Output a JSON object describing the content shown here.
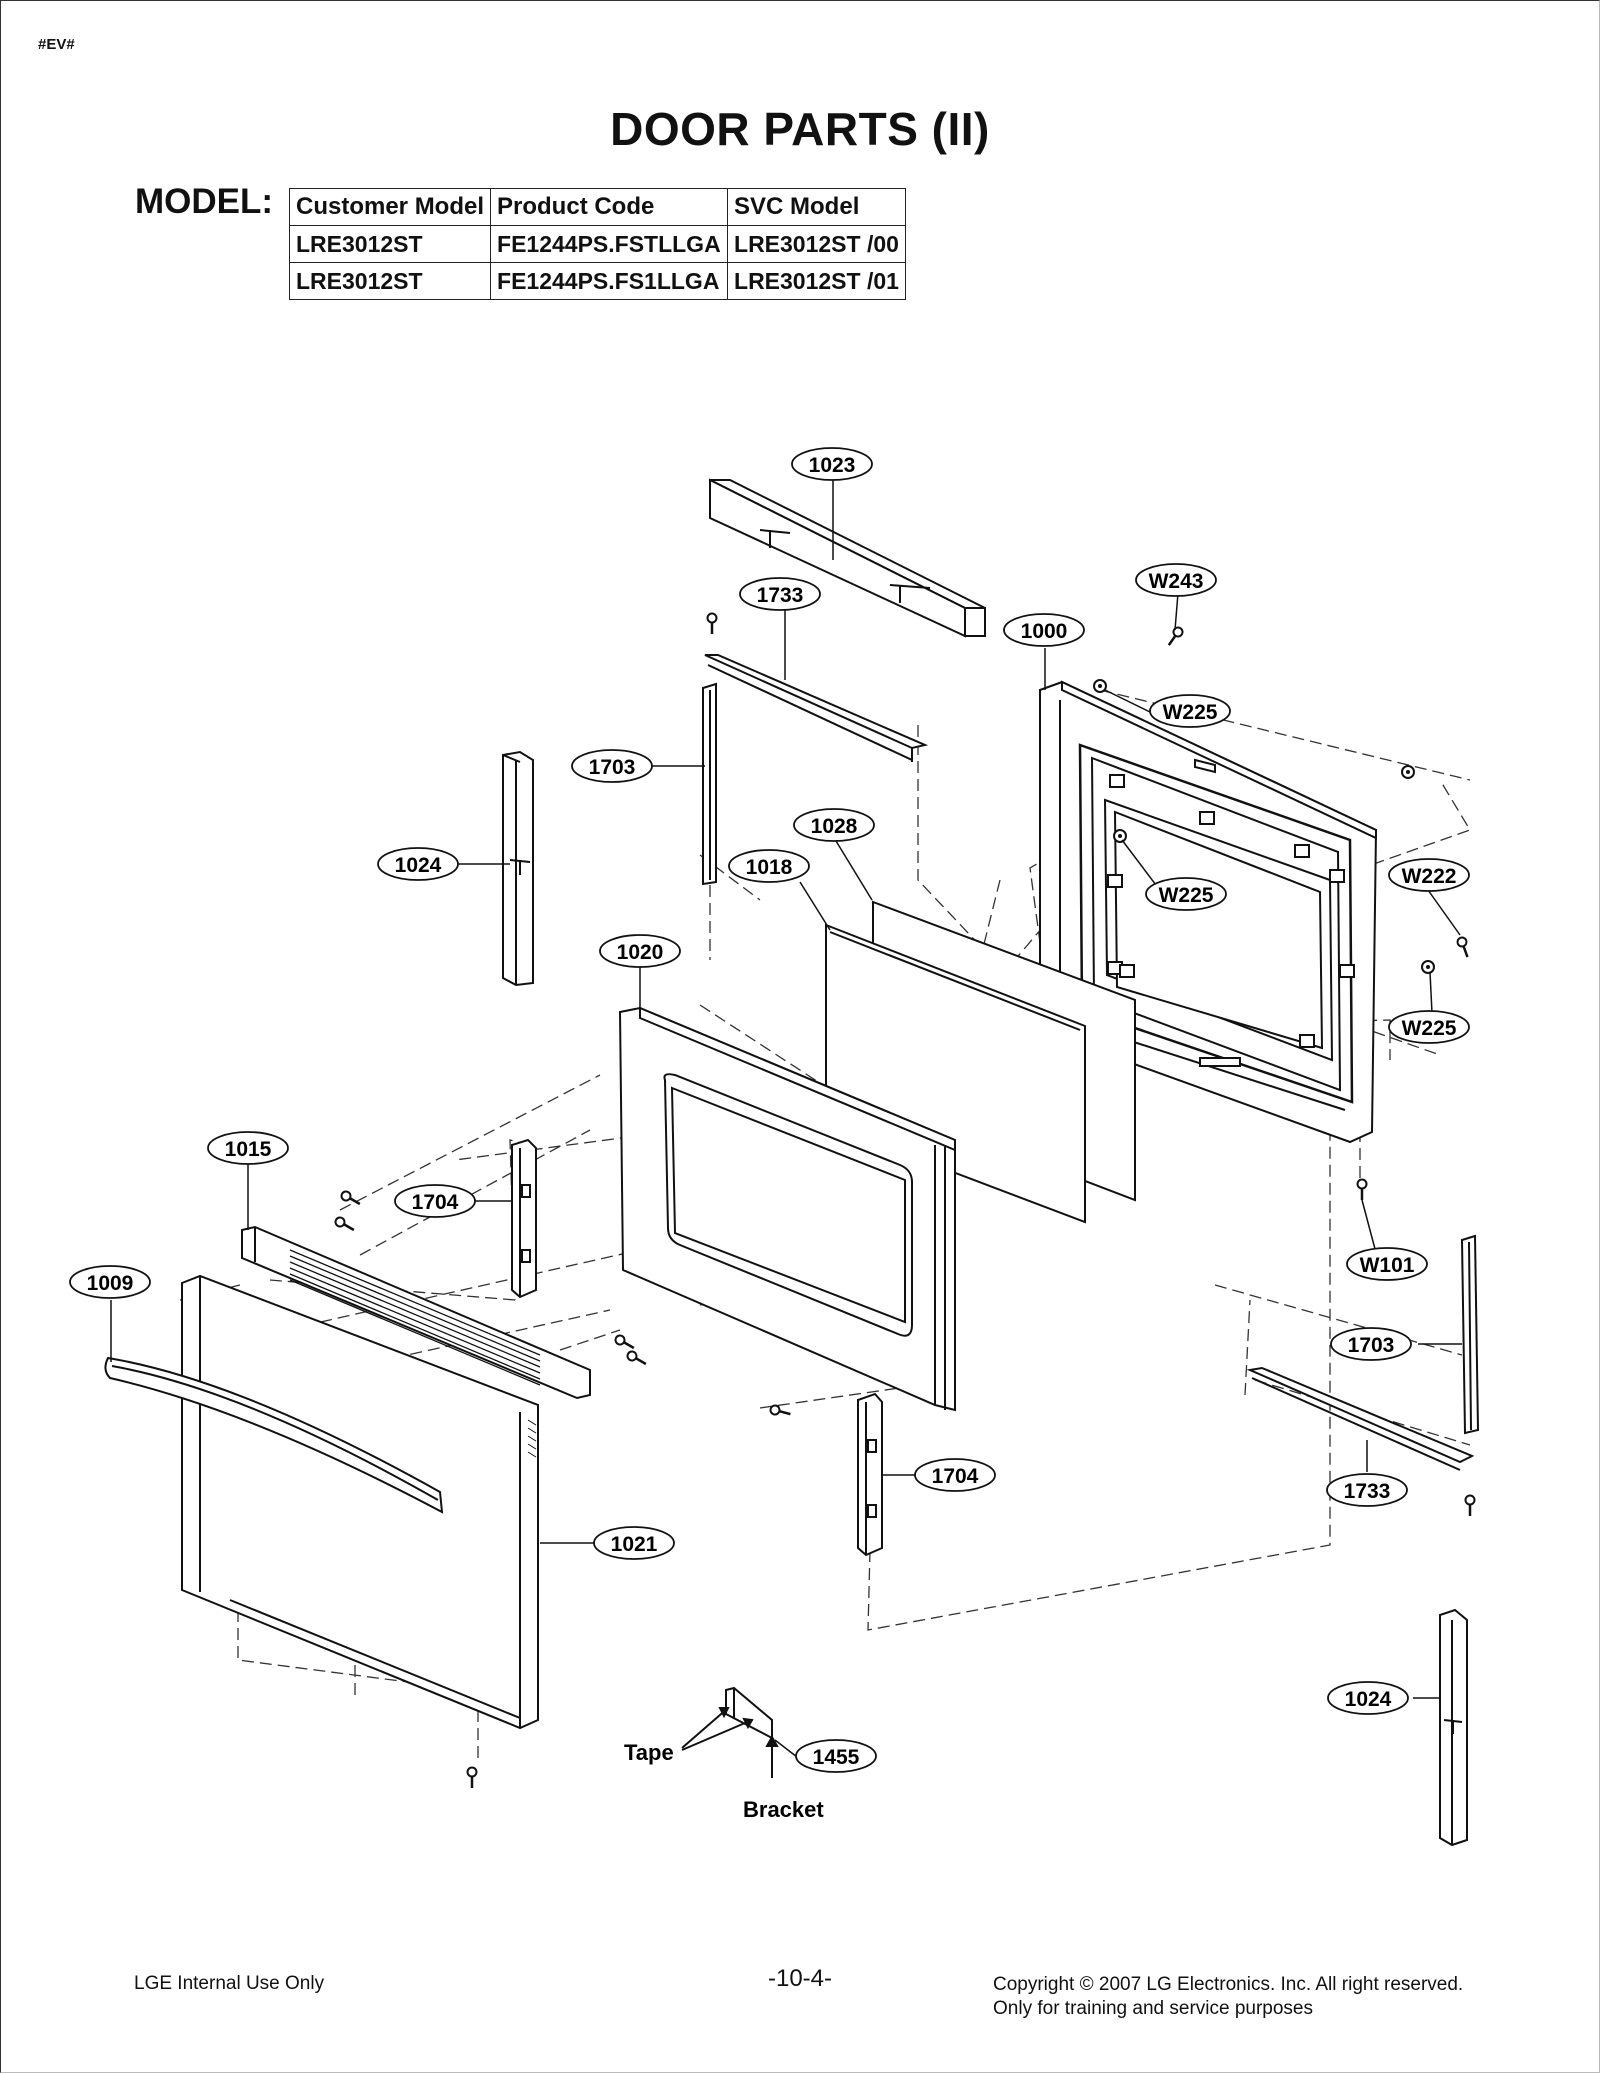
{
  "header": {
    "corner_tag": "#EV#",
    "title": "DOOR PARTS (II)"
  },
  "model_table": {
    "label": "MODEL:",
    "columns": [
      "Customer Model",
      "Product Code",
      "SVC Model"
    ],
    "rows": [
      [
        "LRE3012ST",
        "FE1244PS.FSTLLGA",
        "LRE3012ST /00"
      ],
      [
        "LRE3012ST",
        "FE1244PS.FS1LLGA",
        "LRE3012ST /01"
      ]
    ]
  },
  "callouts": {
    "c1023": "1023",
    "c1733_top": "1733",
    "cW243": "W243",
    "c1000": "1000",
    "cW225_top": "W225",
    "c1703_top": "1703",
    "c1024_left": "1024",
    "c1028": "1028",
    "c1018": "1018",
    "cW225_mid": "W225",
    "cW222": "W222",
    "c1020": "1020",
    "cW225_bot": "W225",
    "c1015": "1015",
    "c1704_left": "1704",
    "c1009": "1009",
    "cW101": "W101",
    "c1703_right": "1703",
    "c1704_right": "1704",
    "c1733_bot": "1733",
    "c1021": "1021",
    "c1024_right": "1024",
    "c1455": "1455"
  },
  "notes": {
    "tape": "Tape",
    "bracket": "Bracket"
  },
  "footer": {
    "left": "LGE Internal Use Only",
    "page": "-10-4-",
    "right_line1": "Copyright © 2007 LG Electronics. Inc. All right reserved.",
    "right_line2": "Only for training and service purposes"
  }
}
